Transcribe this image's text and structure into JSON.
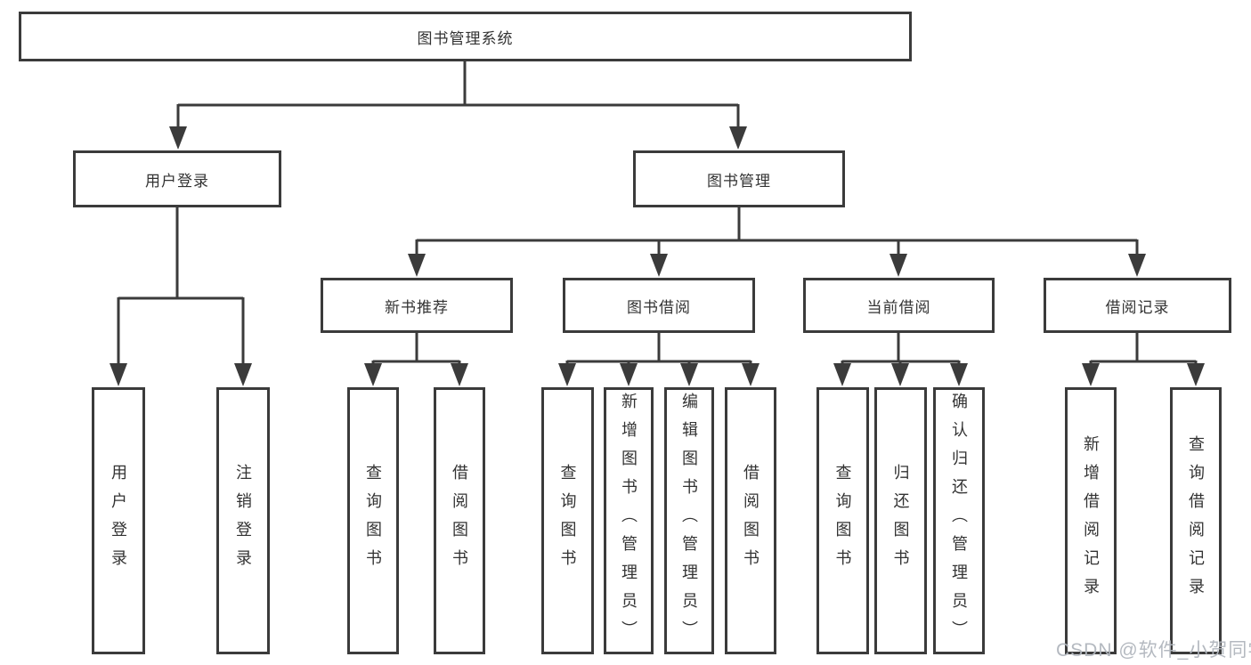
{
  "diagram": {
    "colors": {
      "line": "#3b3b3b",
      "box_border": "#3b3b3b",
      "text": "#333333",
      "background": "#ffffff",
      "watermark": "#b0b5bd"
    },
    "watermark": "CSDN @软件_小贺同学",
    "nodes": {
      "root": {
        "label": "图书管理系统"
      },
      "user_login": {
        "label": "用户登录"
      },
      "book_mgmt": {
        "label": "图书管理"
      },
      "new_book_rec": {
        "label": "新书推荐"
      },
      "book_borrow": {
        "label": "图书借阅"
      },
      "current_borrow": {
        "label": "当前借阅"
      },
      "borrow_records": {
        "label": "借阅记录"
      },
      "leaf_user_login": {
        "label": "用户登录"
      },
      "leaf_logout": {
        "label": "注销登录"
      },
      "leaf_query_book_1": {
        "label": "查询图书"
      },
      "leaf_borrow_book_1": {
        "label": "借阅图书"
      },
      "leaf_query_book_2": {
        "label": "查询图书"
      },
      "leaf_add_book": {
        "label": "新增图书（管理员）"
      },
      "leaf_edit_book": {
        "label": "编辑图书（管理员）"
      },
      "leaf_borrow_book_2": {
        "label": "借阅图书"
      },
      "leaf_query_book_3": {
        "label": "查询图书"
      },
      "leaf_return_book": {
        "label": "归还图书"
      },
      "leaf_confirm_return": {
        "label": "确认归还（管理员）"
      },
      "leaf_add_record": {
        "label": "新增借阅记录"
      },
      "leaf_query_record": {
        "label": "查询借阅记录"
      }
    }
  }
}
